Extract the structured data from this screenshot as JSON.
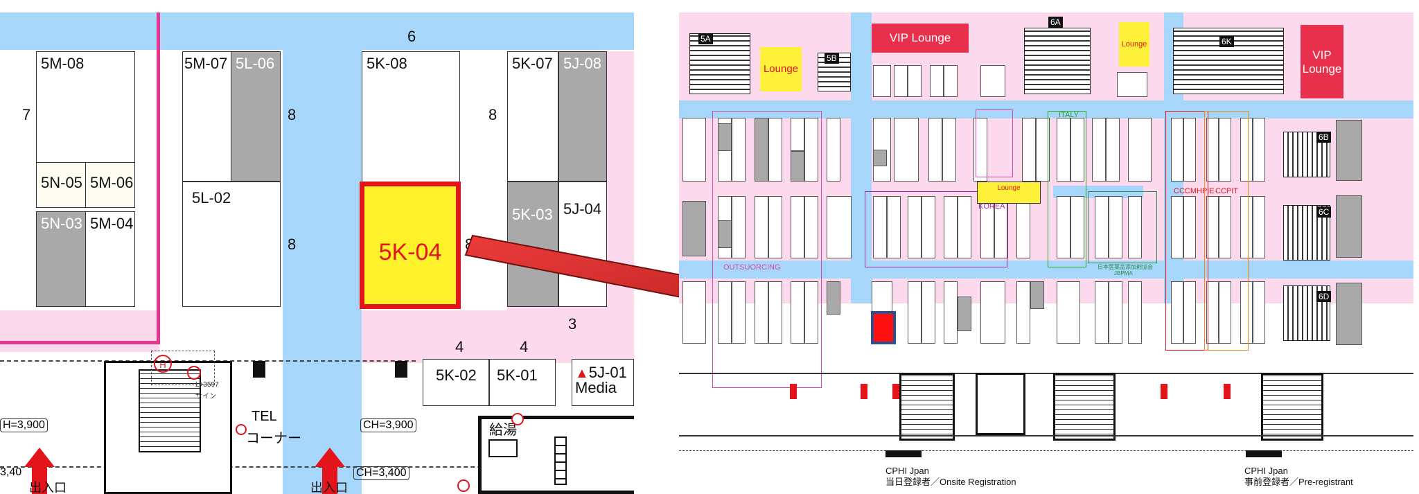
{
  "left_map": {
    "booths": [
      {
        "id": "5M-08"
      },
      {
        "id": "5N-05"
      },
      {
        "id": "5M-06"
      },
      {
        "id": "5N-03"
      },
      {
        "id": "5M-04"
      },
      {
        "id": "5M-07"
      },
      {
        "id": "5L-06"
      },
      {
        "id": "5L-02"
      },
      {
        "id": "5K-08"
      },
      {
        "id": "5K-04"
      },
      {
        "id": "5K-07"
      },
      {
        "id": "5J-08"
      },
      {
        "id": "5K-03"
      },
      {
        "id": "5J-04"
      },
      {
        "id": "5K-02"
      },
      {
        "id": "5K-01"
      },
      {
        "id": "5J-01"
      }
    ],
    "media_label": "Media",
    "aisle_numbers": {
      "a6": "6",
      "a7": "7",
      "a8a": "8",
      "a8b": "8",
      "a8c": "8",
      "a8d": "8",
      "a3": "3",
      "a4a": "4",
      "a4b": "4"
    },
    "tel_label": "TEL",
    "corner_label": "コーナー",
    "kyuto_label": "給湯",
    "entrance_label": "出入口",
    "ch_labels": [
      "H=3,900",
      "CH=3,900",
      "CH=3,400",
      "3,40"
    ],
    "sign_label": "サイン",
    "phone_label": "L+3597"
  },
  "right_map": {
    "halls": [
      "5A",
      "5B",
      "6A",
      "6K",
      "6B",
      "6C",
      "6D"
    ],
    "vip_lounge": "VIP Lounge",
    "vip_lounge_right_line1": "VIP",
    "vip_lounge_right_line2": "Lounge",
    "lounge": "Lounge",
    "lounge_small": "Lounge",
    "lounge_center": "Lounge",
    "italy": "ITALY",
    "korea": "KOREA",
    "outsourcing": "OUTSUORCING",
    "ccchmhpie": "CCCMHPIE",
    "ccpit": "CCPIT",
    "jbpma_line1": "日本医薬品添加剤協会",
    "jbpma_line2": "JBPMA",
    "reg_left_line1": "CPHI Jpan",
    "reg_left_line2": "当日登録者／Onsite Registration",
    "reg_right_line1": "CPHI Jpan",
    "reg_right_line2": "事前登録者／Pre-registrant"
  },
  "colors": {
    "highlight_fill": "#fff22a",
    "highlight_border": "#e4141b",
    "aisle_blue": "#a6d7fb",
    "aisle_pink": "#fcd9ec",
    "booth_gray": "#a9a9a9",
    "arrow_red": "#d42a2a"
  }
}
